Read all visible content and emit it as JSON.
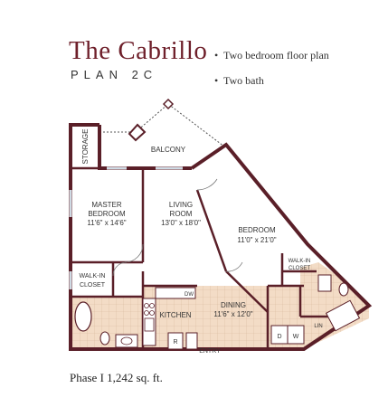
{
  "header": {
    "title": "The Cabrillo",
    "subtitle": "PLAN 2C",
    "features": [
      "Two bedroom floor plan",
      "Two bath"
    ]
  },
  "rooms": {
    "storage": "STORAGE",
    "balcony": "BALCONY",
    "master_name": "MASTER",
    "master_name2": "BEDROOM",
    "master_dim": "11'6\" x 14'6\"",
    "living_name": "LIVING",
    "living_name2": "ROOM",
    "living_dim": "13'0\" x 18'0\"",
    "bedroom_name": "BEDROOM",
    "bedroom_dim": "11'0\" x 21'0\"",
    "walkin1_a": "WALK-IN",
    "walkin1_b": "CLOSET",
    "walkin2_a": "WALK-IN",
    "walkin2_b": "CLOSET",
    "dining_name": "DINING",
    "dining_dim": "11'6\" x 12'0\"",
    "kitchen": "KITCHEN",
    "entry": "ENTRY",
    "lin": "LIN",
    "fridge": "R",
    "dryer": "D",
    "washer": "W",
    "dw": "DW"
  },
  "footer": "Phase I   1,242 sq. ft.",
  "colors": {
    "wall": "#5a1f28",
    "floor_tile": "#f3dcc6",
    "grid": "#d9b99c",
    "accent_title": "#6e1f2a"
  }
}
